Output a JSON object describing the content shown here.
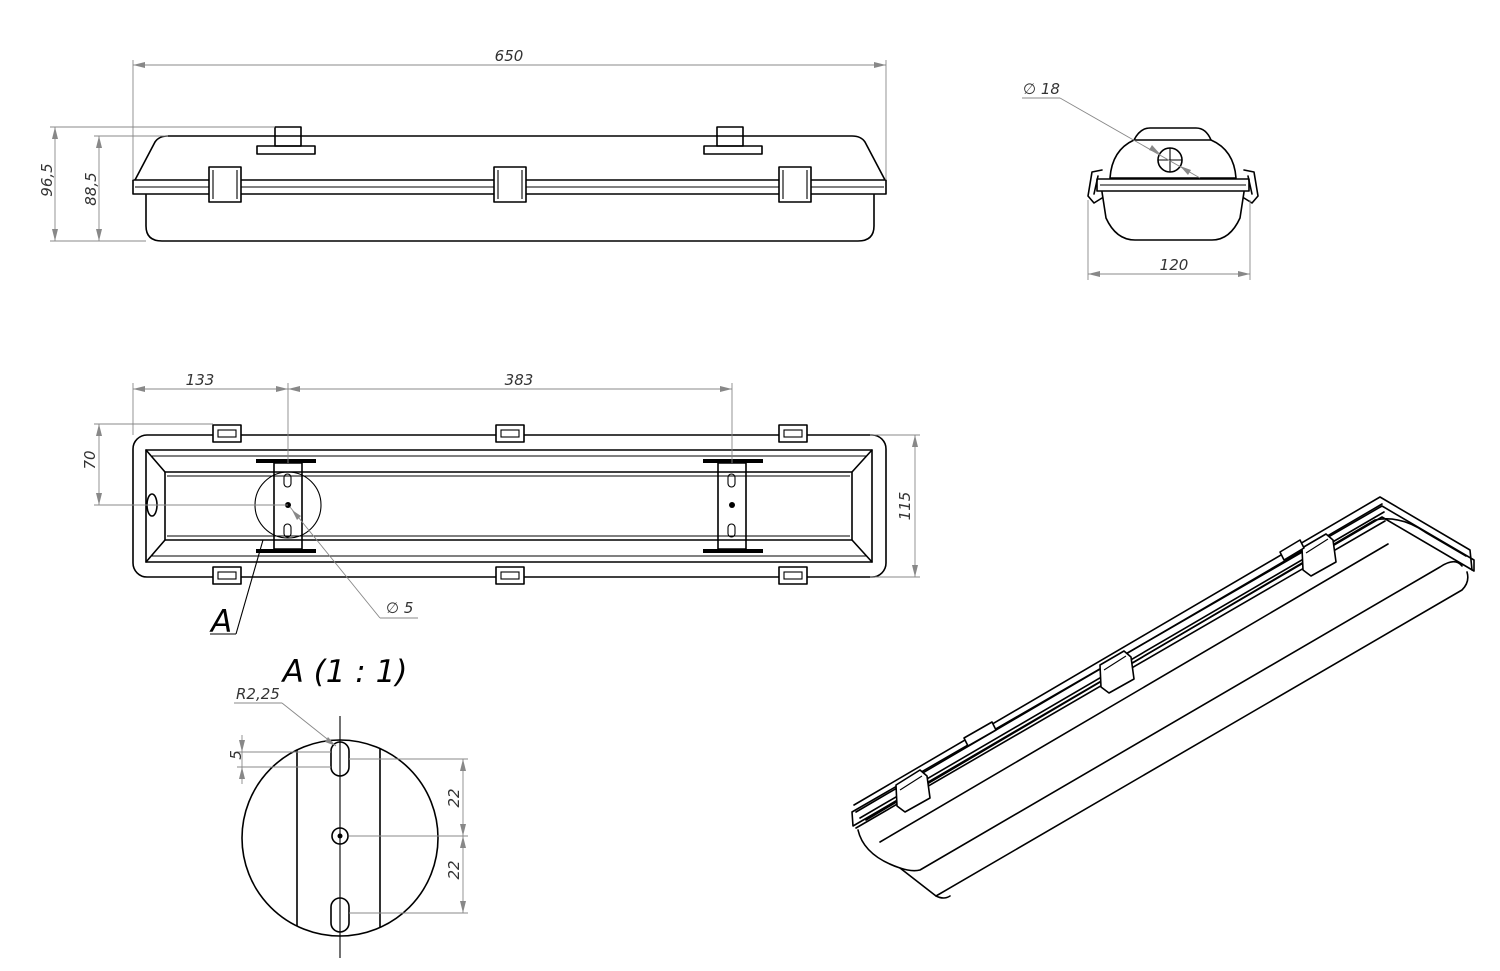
{
  "drawing": {
    "front_view": {
      "length": "650",
      "height_total": "96,5",
      "height_body": "88,5"
    },
    "end_view": {
      "diameter": "∅ 18",
      "width": "120"
    },
    "top_view": {
      "offset_1": "133",
      "bracket_spacing": "383",
      "offset_2": "70",
      "width": "115",
      "hole": "∅ 5",
      "detail_marker": "A"
    },
    "detail_A": {
      "title": "A (1 : 1)",
      "radius": "R2,25",
      "slot_length": "5",
      "pitch_1": "22",
      "pitch_2": "22"
    }
  }
}
